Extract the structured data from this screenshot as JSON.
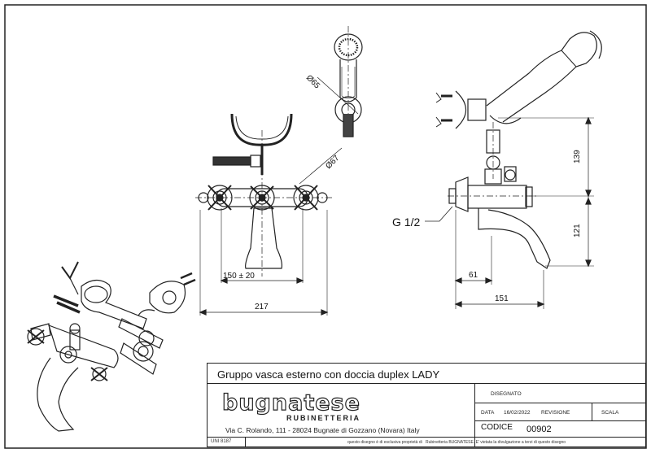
{
  "title": "Gruppo vasca esterno con doccia duplex LADY",
  "brand": {
    "logo_text": "bugnatese",
    "subtitle": "RUBINETTERIA"
  },
  "address": "Via C. Rolando, 111 - 28024 Bugnate di Gozzano (Novara) Italy",
  "fields": {
    "disegnato_label": "DISEGNATO",
    "data_label": "DATA",
    "data_value": "16/02/2022",
    "revisione_label": "REVISIONE",
    "scala_label": "SCALA",
    "codice_label": "CODICE",
    "codice_value": "00902"
  },
  "footer": {
    "uni": "UNI 8187",
    "notice_left": "questo disegno è di esclusiva proprietà di",
    "notice_right": "Rubinetteria BUGNATESE. E' vietata la divulgazione a terzi di questo disegno"
  },
  "dimensions": {
    "d65": "Ø65",
    "d67": "Ø67",
    "w150": "150 ± 20",
    "w217": "217",
    "h139": "139",
    "h121": "121",
    "w61": "61",
    "w151": "151",
    "thread": "G 1/2"
  }
}
